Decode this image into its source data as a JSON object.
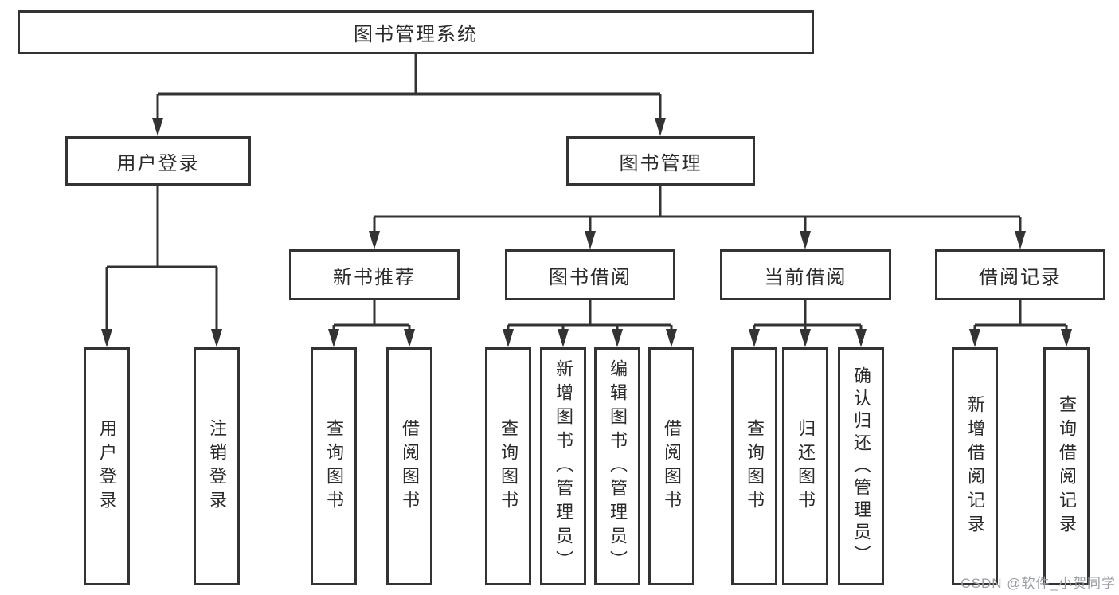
{
  "diagram": {
    "root": {
      "label": "图书管理系统"
    },
    "branches": [
      {
        "label": "用户登录",
        "children": [
          {
            "label": "用户登录"
          },
          {
            "label": "注销登录"
          }
        ]
      },
      {
        "label": "图书管理",
        "children": [
          {
            "label": "新书推荐",
            "children": [
              {
                "label": "查询图书"
              },
              {
                "label": "借阅图书"
              }
            ]
          },
          {
            "label": "图书借阅",
            "children": [
              {
                "label": "查询图书"
              },
              {
                "label": "新增图书（管理员）"
              },
              {
                "label": "编辑图书（管理员）"
              },
              {
                "label": "借阅图书"
              }
            ]
          },
          {
            "label": "当前借阅",
            "children": [
              {
                "label": "查询图书"
              },
              {
                "label": "归还图书"
              },
              {
                "label": "确认归还（管理员）"
              }
            ]
          },
          {
            "label": "借阅记录",
            "children": [
              {
                "label": "新增借阅记录"
              },
              {
                "label": "查询借阅记录"
              }
            ]
          }
        ]
      }
    ]
  },
  "watermark": {
    "text": "CSDN @软件_小贺同学"
  },
  "colors": {
    "line": "#333333",
    "box_border": "#333333",
    "text": "#2b2b2b",
    "background": "#ffffff",
    "watermark": "#999da4"
  }
}
